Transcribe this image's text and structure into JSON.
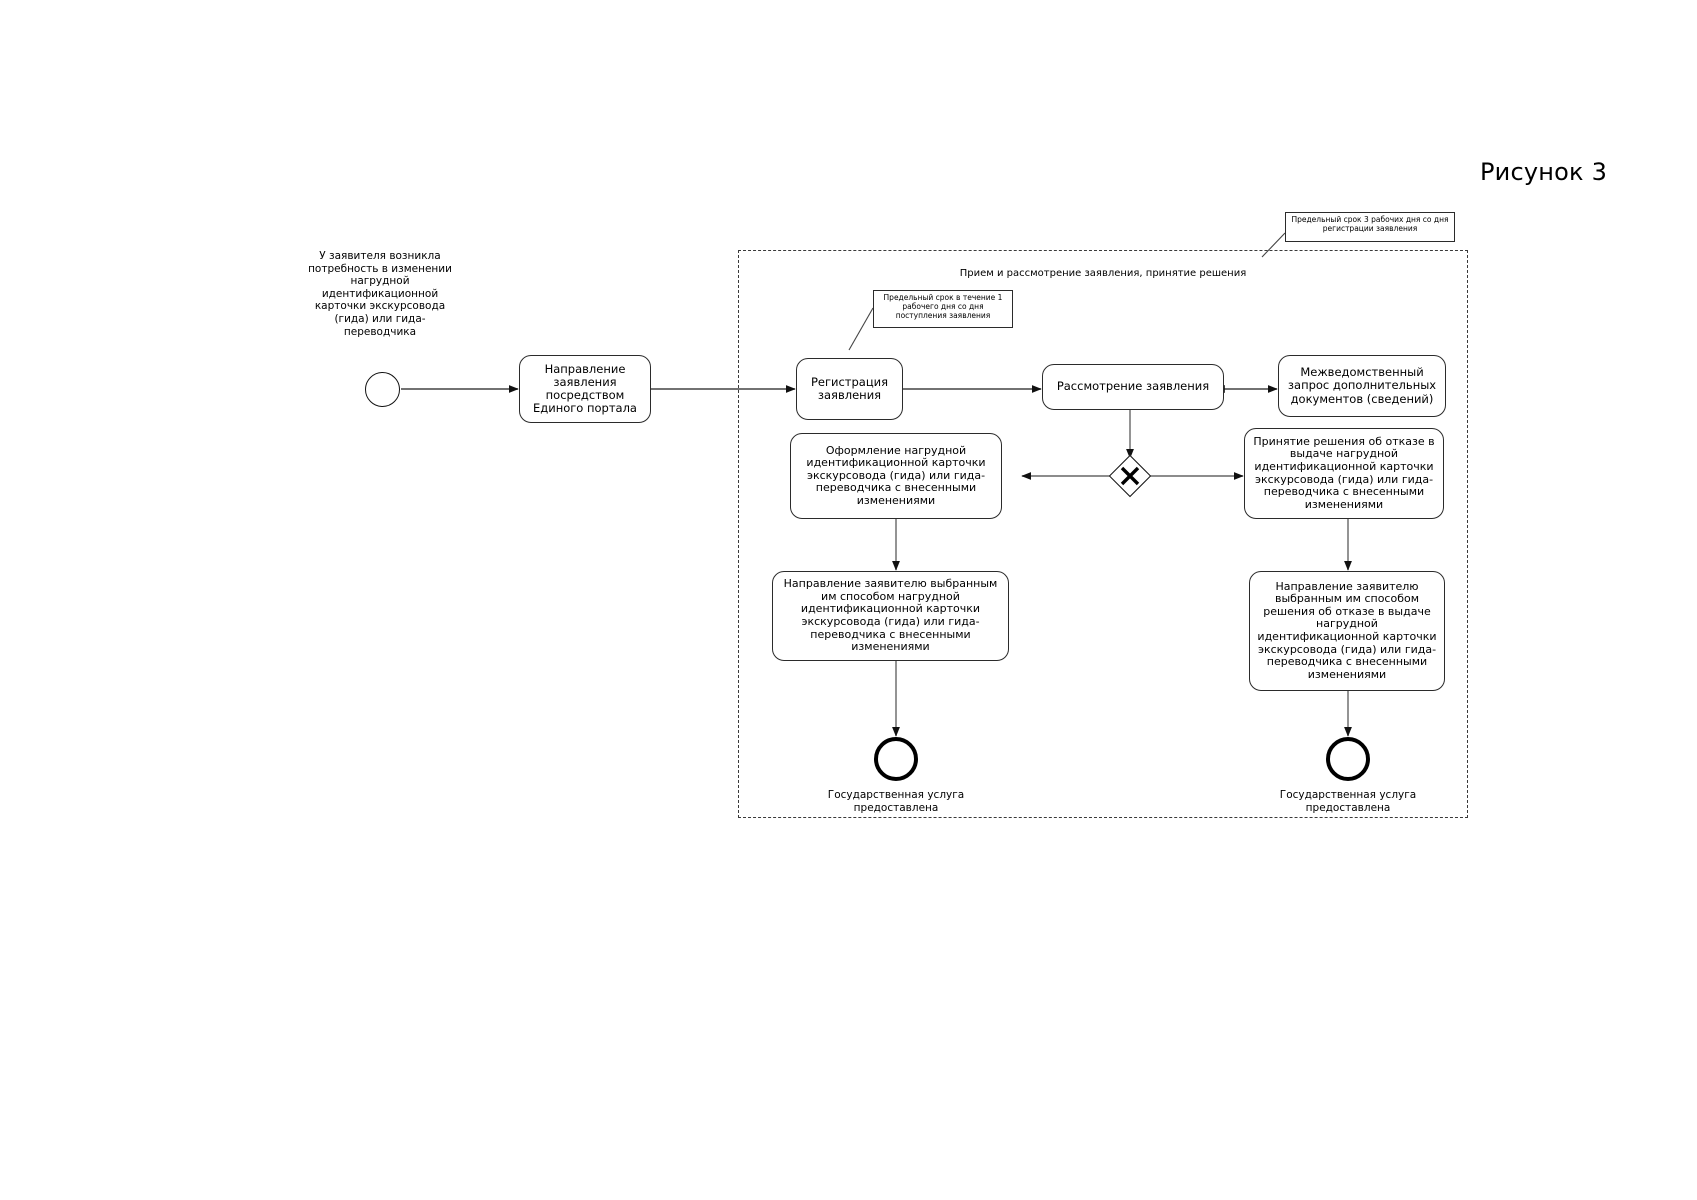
{
  "figure": {
    "title": "Рисунок 3"
  },
  "pool": {
    "label": "Прием и рассмотрение заявления, принятие решения"
  },
  "annotations": [
    {
      "name": "deadline-note-registration",
      "text": "Предельный срок в течение 1 рабочего дня со дня поступления заявления"
    },
    {
      "name": "deadline-note-review",
      "text": "Предельный срок 3 рабочих дня со дня регистрации заявления"
    }
  ],
  "start_event": {
    "label": "У заявителя возникла потребность в изменении нагрудной идентификационной карточки экскурсовода (гида) или гида-переводчика"
  },
  "tasks": {
    "submit_application": "Направление заявления посредством Единого портала",
    "registration": "Регистрация заявления",
    "review": "Рассмотрение заявления",
    "interagency_request": "Межведомственный запрос дополнительных документов (сведений)",
    "issue_card": "Оформление нагрудной идентификационной карточки экскурсовода (гида) или гида-переводчика с внесенными изменениями",
    "refusal_decision": "Принятие решения об отказе в выдаче нагрудной идентификационной карточки экскурсовода (гида) или гида-переводчика с внесенными изменениями",
    "send_card": "Направление заявителю выбранным им способом  нагрудной идентификационной карточки экскурсовода (гида) или гида-переводчика с внесенными изменениями",
    "send_refusal": "Направление заявителю выбранным им способом решения об отказе в выдаче нагрудной идентификационной карточки экскурсовода (гида) или гида-переводчика с внесенными изменениями"
  },
  "gateway": {
    "type": "exclusive",
    "symbol": "X"
  },
  "end_events": [
    {
      "name": "end-event-service-provided-left",
      "label": "Государственная услуга предоставлена"
    },
    {
      "name": "end-event-service-provided-right",
      "label": "Государственная услуга предоставлена"
    }
  ],
  "colors": {
    "stroke": "#2b2b2b",
    "background": "#ffffff",
    "text": "#000000"
  }
}
